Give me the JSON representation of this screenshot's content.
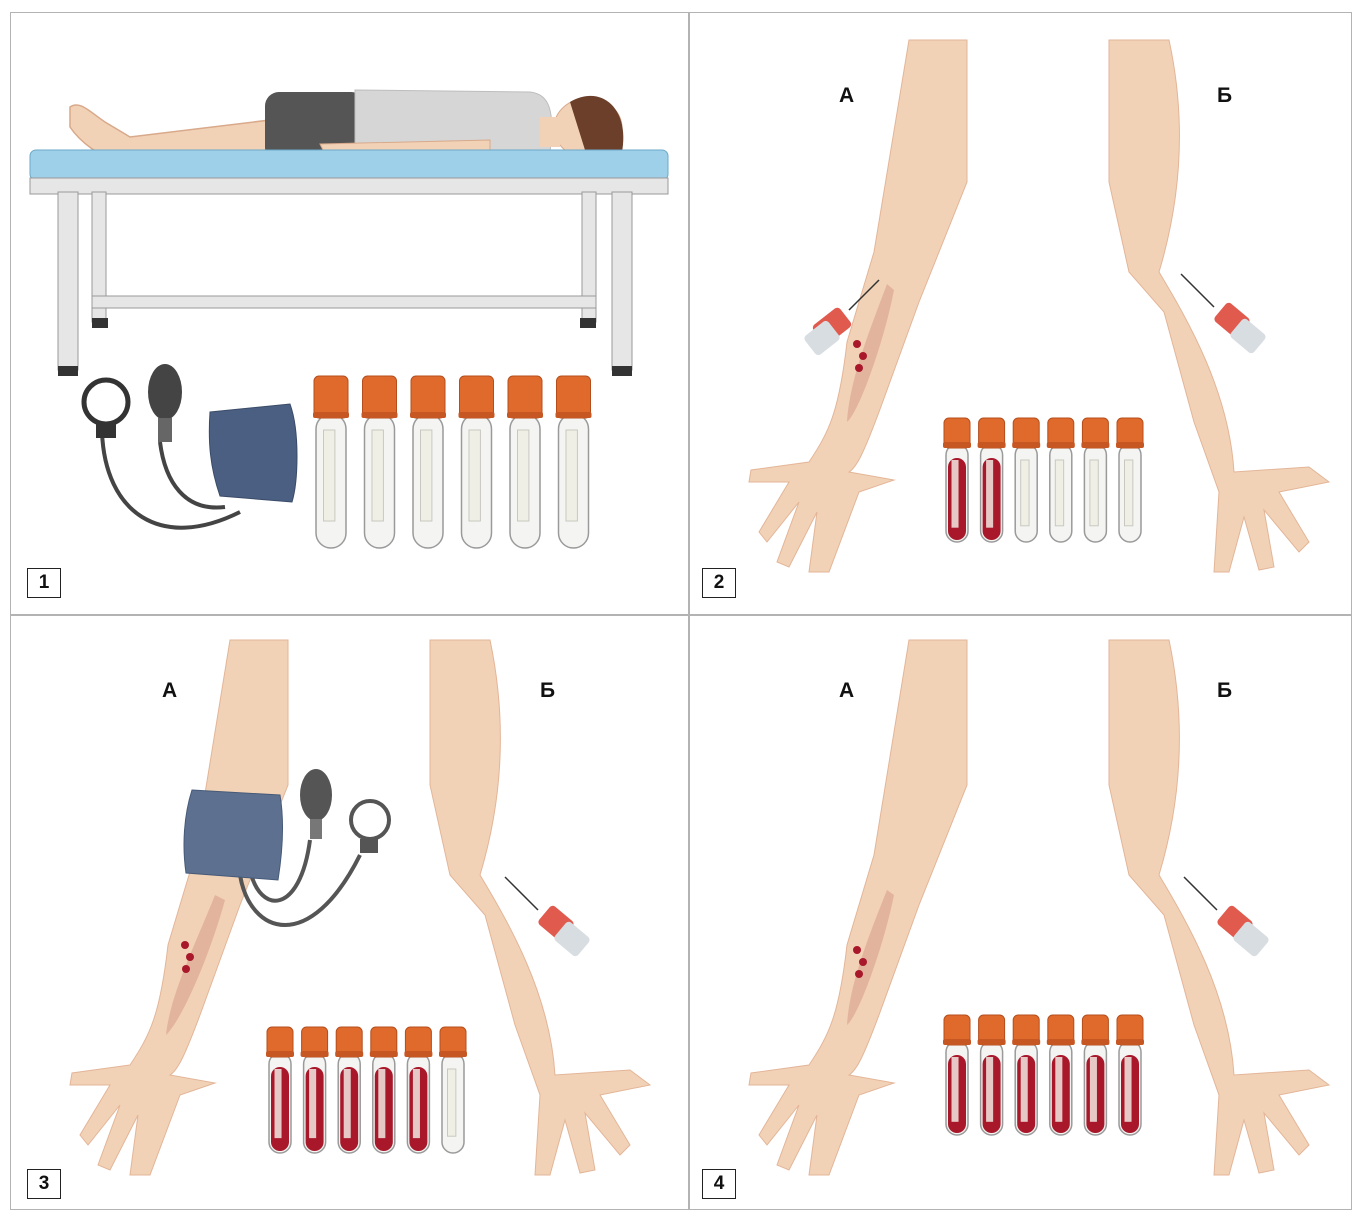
{
  "panels": [
    {
      "number": "1"
    },
    {
      "number": "2",
      "arm_a": "А",
      "arm_b": "Б"
    },
    {
      "number": "3",
      "arm_a": "А",
      "arm_b": "Б"
    },
    {
      "number": "4",
      "arm_a": "А",
      "arm_b": "Б"
    }
  ],
  "tubes": {
    "panel1_filled": [
      0,
      0,
      0,
      0,
      0,
      0
    ],
    "panel2_filled": [
      1,
      1,
      0,
      0,
      0,
      0
    ],
    "panel3_filled": [
      1,
      1,
      1,
      1,
      1,
      0
    ],
    "panel4_filled": [
      1,
      1,
      1,
      1,
      1,
      1
    ]
  },
  "colors": {
    "skin": "#f2d2b6",
    "skin_shade": "#e3b598",
    "cap": "#e06a2c",
    "blood": "#a8182a",
    "cuff": "#4b5f82",
    "table_top": "#9fd0ea",
    "frame": "#e6e6e6"
  }
}
